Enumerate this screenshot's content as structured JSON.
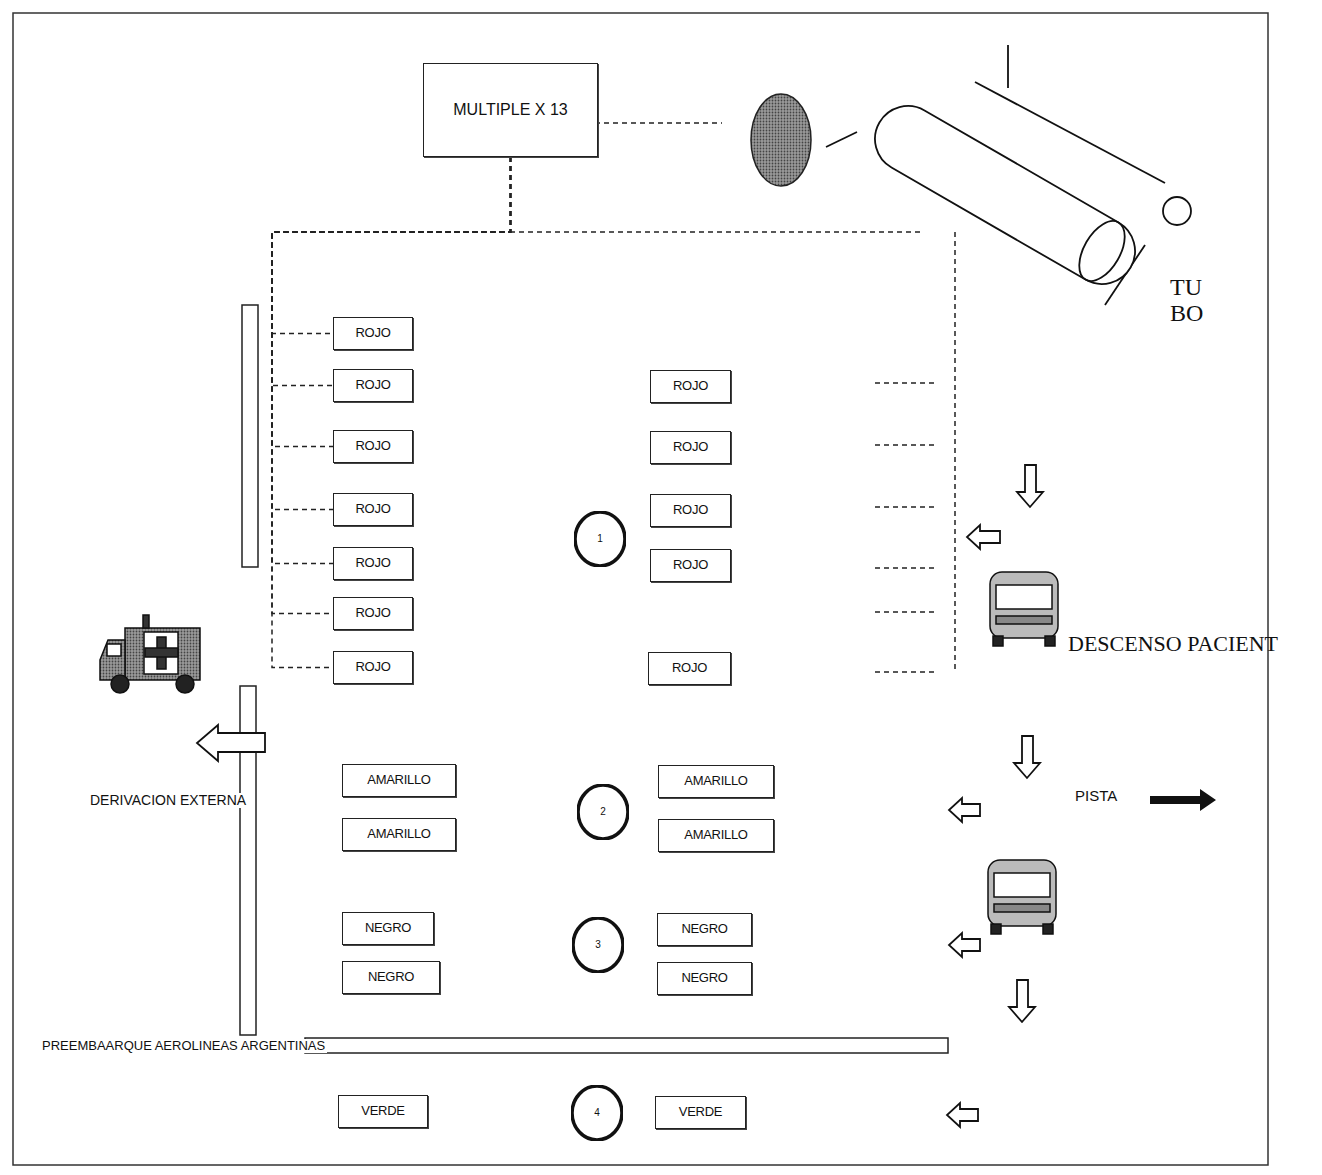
{
  "diagram": {
    "nodes": [
      {
        "text": [
          "MULTIPLE X  13"
        ]
      },
      {
        "text": [
          "ROJO"
        ]
      },
      {
        "text": [
          "ROJO"
        ]
      },
      {
        "text": [
          "ROJO"
        ]
      },
      {
        "text": [
          "ROJO"
        ]
      },
      {
        "text": [
          "ROJO"
        ]
      },
      {
        "text": [
          "ROJO"
        ]
      },
      {
        "text": [
          "ROJO"
        ]
      },
      {
        "text": [
          "1"
        ]
      },
      {
        "text": [
          "ROJO"
        ]
      },
      {
        "text": [
          "ROJO"
        ]
      },
      {
        "text": [
          "ROJO"
        ]
      },
      {
        "text": [
          "ROJO"
        ]
      },
      {
        "text": [
          "ROJO"
        ]
      },
      {
        "text": [
          "AMARILLO"
        ]
      },
      {
        "text": [
          "AMARILLO"
        ]
      },
      {
        "text": [
          "2"
        ]
      },
      {
        "text": [
          "AMARILLO"
        ]
      },
      {
        "text": [
          "AMARILLO"
        ]
      },
      {
        "text": [
          "NEGRO"
        ]
      },
      {
        "text": [
          "NEGRO"
        ]
      },
      {
        "text": [
          "3"
        ]
      },
      {
        "text": [
          "NEGRO"
        ]
      },
      {
        "text": [
          "NEGRO"
        ]
      },
      {
        "text": [
          "VERDE"
        ]
      },
      {
        "text": [
          "4"
        ]
      },
      {
        "text": [
          "VERDE"
        ]
      }
    ],
    "edges": [
      {
        "from": 0,
        "to": 1,
        "arrow": "none"
      },
      {
        "from": 0,
        "to": 2,
        "arrow": "none"
      },
      {
        "from": 0,
        "to": 3,
        "arrow": "none"
      },
      {
        "from": 0,
        "to": 4,
        "arrow": "none"
      },
      {
        "from": 0,
        "to": 5,
        "arrow": "none"
      },
      {
        "from": 0,
        "to": 6,
        "arrow": "none"
      },
      {
        "from": 0,
        "to": 7,
        "arrow": "none"
      }
    ],
    "labels": [
      "TU BO",
      "DESCENSO PACIENT",
      "DERIVACION EXTERNA",
      "PISTA",
      "PREEMBAARQUE  AEROLINEAS  ARGENTINAS"
    ]
  }
}
